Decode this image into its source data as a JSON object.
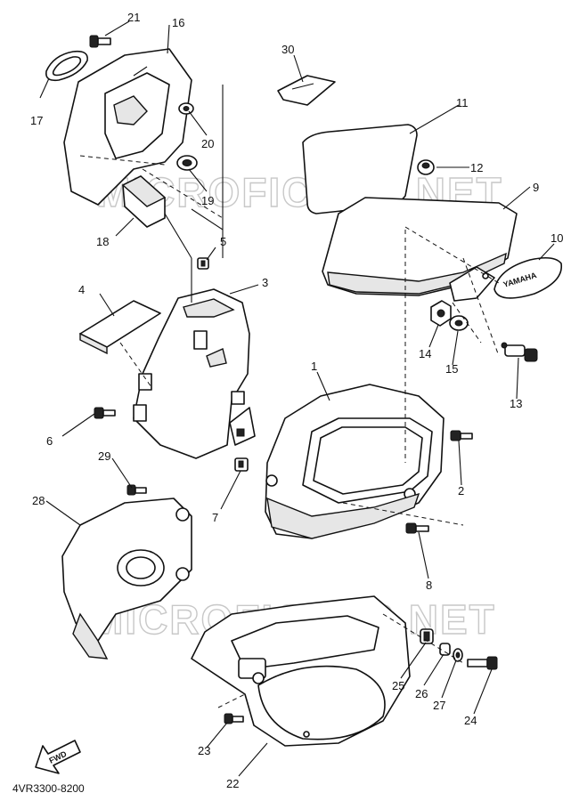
{
  "diagram": {
    "code": "4VR3300-8200",
    "watermark": "MICROFICHES.NET",
    "emblem_text": "YAMAHA",
    "fwd_label": "FWD",
    "callouts": [
      {
        "number": "1"
      },
      {
        "number": "2"
      },
      {
        "number": "3"
      },
      {
        "number": "4"
      },
      {
        "number": "5"
      },
      {
        "number": "6"
      },
      {
        "number": "7"
      },
      {
        "number": "8"
      },
      {
        "number": "9"
      },
      {
        "number": "10"
      },
      {
        "number": "11"
      },
      {
        "number": "12"
      },
      {
        "number": "13"
      },
      {
        "number": "14"
      },
      {
        "number": "15"
      },
      {
        "number": "16"
      },
      {
        "number": "17"
      },
      {
        "number": "18"
      },
      {
        "number": "19"
      },
      {
        "number": "20"
      },
      {
        "number": "21"
      },
      {
        "number": "22"
      },
      {
        "number": "23"
      },
      {
        "number": "24"
      },
      {
        "number": "25"
      },
      {
        "number": "26"
      },
      {
        "number": "27"
      },
      {
        "number": "28"
      },
      {
        "number": "29"
      },
      {
        "number": "30"
      }
    ]
  }
}
